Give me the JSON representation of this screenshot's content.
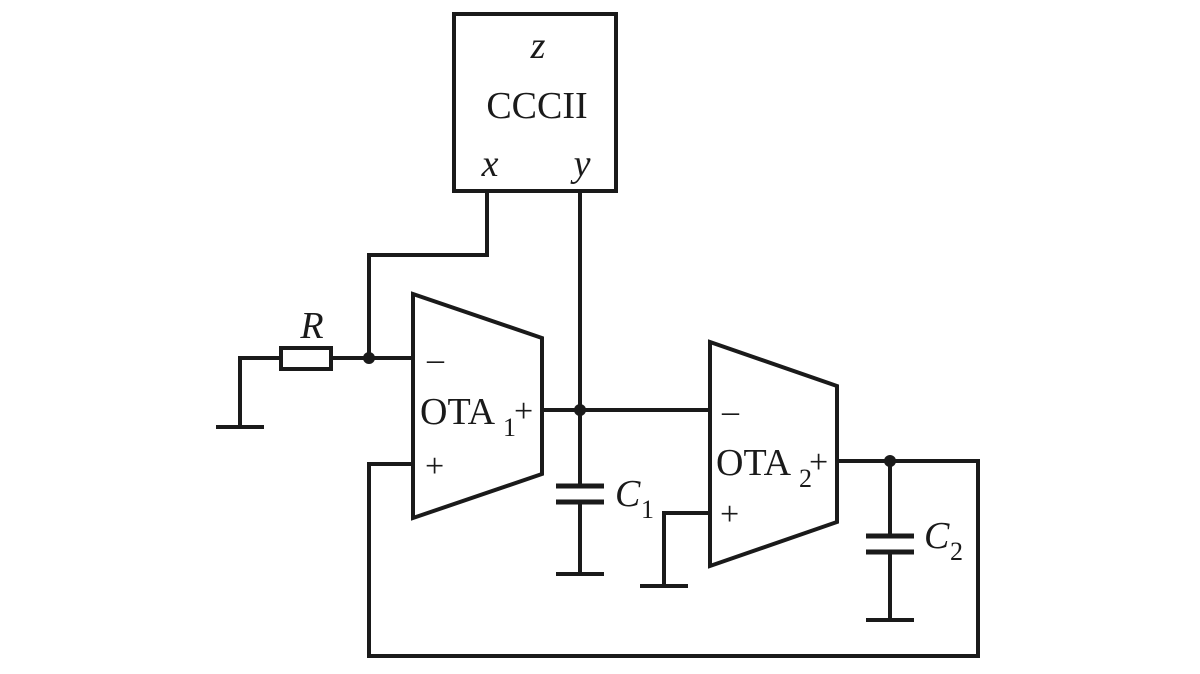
{
  "cccii": {
    "label": "CCCII",
    "z": "z",
    "x": "x",
    "y": "y"
  },
  "resistor": {
    "label": "R"
  },
  "ota1": {
    "name": "OTA",
    "sub": "1",
    "minus": "–",
    "plus_in": "+",
    "plus_out": "+"
  },
  "ota2": {
    "name": "OTA",
    "sub": "2",
    "minus": "–",
    "plus_in": "+",
    "plus_out": "+"
  },
  "c1": {
    "name": "C",
    "sub": "1"
  },
  "c2": {
    "name": "C",
    "sub": "2"
  },
  "colors": {
    "ink": "#1a1a1a",
    "background": "#ffffff"
  }
}
